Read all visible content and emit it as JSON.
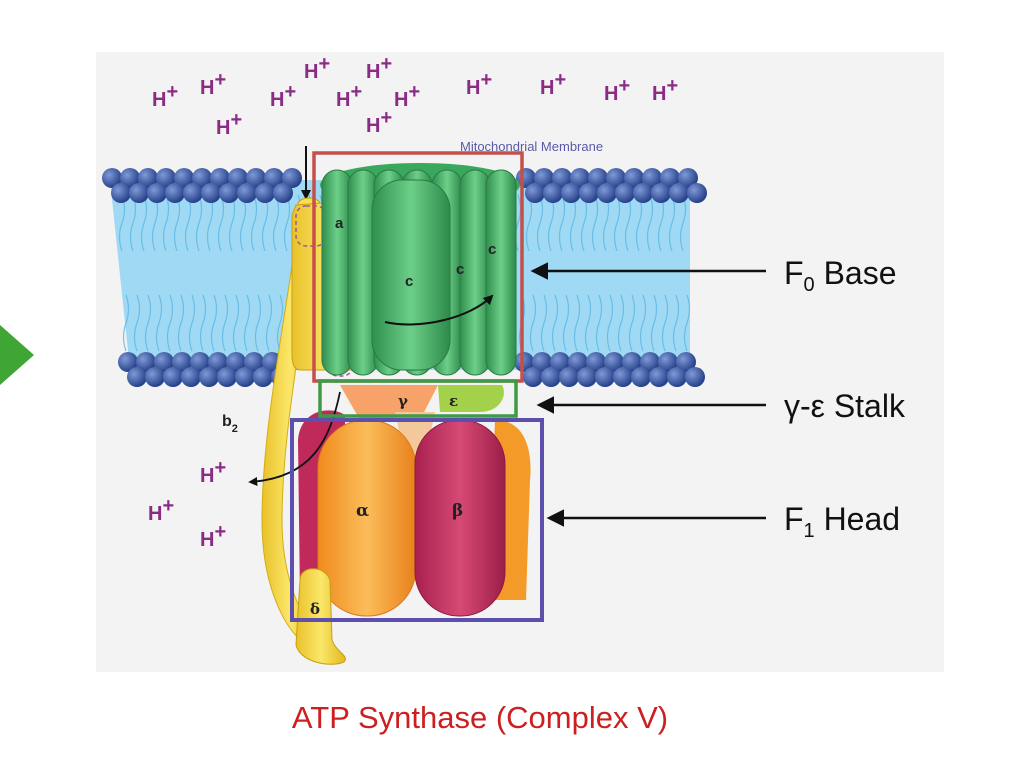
{
  "colors": {
    "caption": "#cc1f1f",
    "proton": "#8a2b86",
    "base_box": "#c4504b",
    "stalk_box": "#3f9a45",
    "head_box": "#5d4fae",
    "nav_arrow": "#3fa535",
    "lipid_head": "#2f4f9c",
    "lipid_tail": "#8fd3f2",
    "c_ring": "#4bb56a",
    "a_subunit": "#f2d53c",
    "alpha": "#f49b2a",
    "beta": "#c02a5a"
  },
  "icons": {
    "nav": "play-triangle-icon"
  },
  "diagram": {
    "membrane_label": "Mitochondrial Membrane",
    "proton_label": "H+",
    "subunits": {
      "a": "a",
      "c": "c",
      "b2": "b2",
      "gamma": "γ",
      "epsilon": "ε",
      "alpha": "α",
      "beta": "β",
      "delta": "δ"
    },
    "callouts": {
      "f0_base": {
        "label": "F",
        "sub": "0",
        "rest": " Base"
      },
      "stalk": {
        "label": "γ-ε Stalk"
      },
      "f1_head": {
        "label": "F",
        "sub": "1",
        "rest": " Head"
      }
    }
  },
  "caption": "ATP Synthase (Complex V)"
}
